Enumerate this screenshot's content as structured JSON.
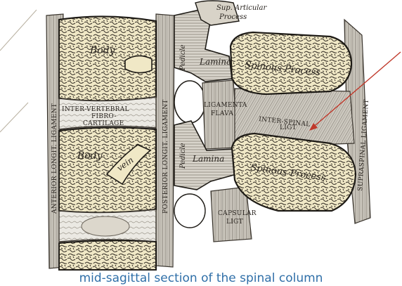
{
  "figure": {
    "caption": "mid-sagittal section of the spinal column",
    "labels": {
      "sup_articular_1": "Sup. Articular",
      "sup_articular_2": "Process",
      "body_upper": "Body",
      "body_lower": "Body",
      "vein": "vein",
      "pedicle_upper": "Pedicle",
      "pedicle_lower": "Pedicle",
      "lamina_upper": "Lamina",
      "lamina_lower": "Lamina",
      "spinous_upper": "Spinous Process",
      "spinous_lower": "Spinous Process",
      "disc_1": "INTER-VERTEBRAL",
      "disc_2": "FIBRO-",
      "disc_3": "CARTILAGE",
      "lig_flava_1": "LIGAMENTA",
      "lig_flava_2": "FLAVA",
      "interspinal_1": "INTER-SPINAL",
      "interspinal_2": "LIGT",
      "capsular_1": "CAPSULAR",
      "capsular_2": "LIGT",
      "ant_longit": "ANTERIOR LONGIT. LIGAMENT",
      "post_longit": "POSTERIOR LONGIT. LIGAMENT",
      "supraspinal": "SUPRASPINAL LIGAMENT"
    },
    "colors": {
      "bone": "#f0e8c6",
      "bone_outline": "#1e1b16",
      "cancellous": "#3b352c",
      "ligament": "#cfcbc2",
      "fiber": "#6d675d",
      "arrow": "#c0392b",
      "caption": "#2f6fa8"
    }
  }
}
